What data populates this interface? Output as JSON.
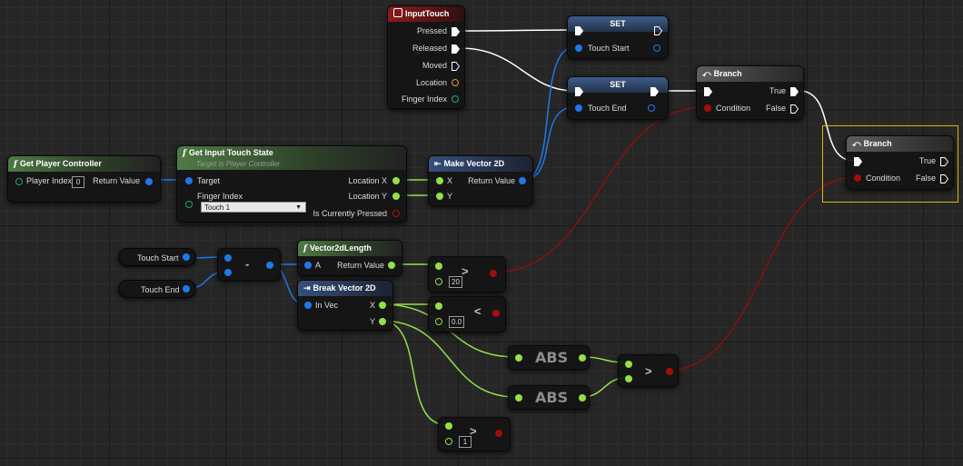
{
  "nodes": {
    "input_touch": {
      "title": "InputTouch",
      "pins": [
        "Pressed",
        "Released",
        "Moved",
        "Location",
        "Finger Index"
      ]
    },
    "set_touch_start": {
      "title": "SET",
      "pin": "Touch Start"
    },
    "set_touch_end": {
      "title": "SET",
      "pin": "Touch End"
    },
    "branch_1": {
      "title": "Branch",
      "condition": "Condition",
      "true_label": "True",
      "false_label": "False"
    },
    "branch_2": {
      "title": "Branch",
      "condition": "Condition",
      "true_label": "True",
      "false_label": "False"
    },
    "get_player_controller": {
      "title": "Get Player Controller",
      "player_index_label": "Player Index",
      "player_index_value": "0",
      "return_label": "Return Value"
    },
    "get_input_touch_state": {
      "title": "Get Input Touch State",
      "subtitle": "Target is Player Controller",
      "target": "Target",
      "finger_index": "Finger Index",
      "finger_index_value": "Touch 1",
      "location_x": "Location X",
      "location_y": "Location Y",
      "is_pressed": "Is Currently Pressed"
    },
    "make_vector_2d": {
      "title": "Make Vector 2D",
      "x": "X",
      "y": "Y",
      "return_label": "Return Value"
    },
    "touch_start_var": {
      "label": "Touch Start"
    },
    "touch_end_var": {
      "label": "Touch End"
    },
    "subtract": {
      "symbol": "-"
    },
    "vector2d_length": {
      "title": "Vector2dLength",
      "a": "A",
      "return_label": "Return Value"
    },
    "break_vector_2d": {
      "title": "Break Vector 2D",
      "in_vec": "In Vec",
      "x": "X",
      "y": "Y"
    },
    "greater_1": {
      "symbol": ">",
      "value": "20"
    },
    "less_1": {
      "symbol": "<",
      "value": "0.0"
    },
    "abs_1": {
      "label": "ABS"
    },
    "abs_2": {
      "label": "ABS"
    },
    "greater_2": {
      "symbol": ">"
    },
    "greater_3": {
      "symbol": ">",
      "value": "1"
    }
  },
  "icons": {
    "input_touch": "keyboard-event-icon",
    "function": "function-icon",
    "branch": "branch-icon",
    "make_struct": "make-struct-icon",
    "break_struct": "break-struct-icon"
  },
  "colors": {
    "exec": "#ffffff",
    "vector": "#1e79e8",
    "float": "#93e048",
    "bool": "#a30d0d",
    "byte_enum": "#1aa38a",
    "selection": "#d8b80a"
  }
}
